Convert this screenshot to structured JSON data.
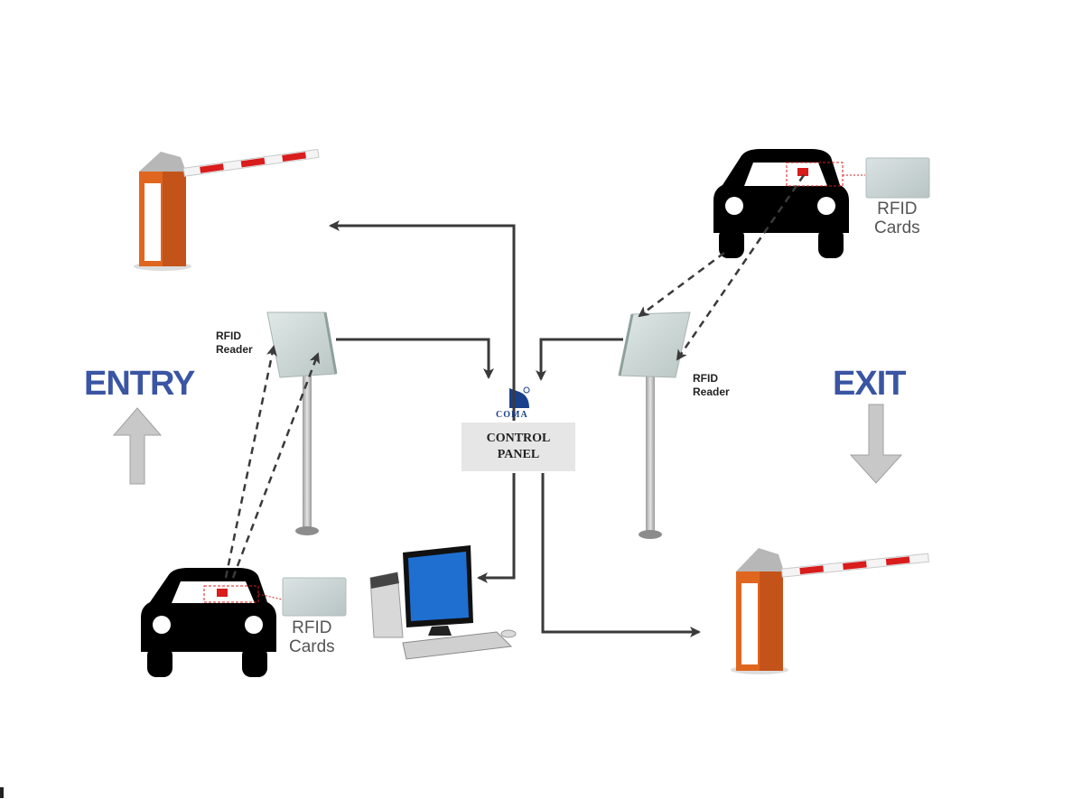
{
  "labels": {
    "entry": "ENTRY",
    "exit": "EXIT",
    "reader_left_line1": "RFID",
    "reader_left_line2": "Reader",
    "reader_right_line1": "RFID",
    "reader_right_line2": "Reader",
    "cards_top_line1": "RFID",
    "cards_top_line2": "Cards",
    "cards_bottom_line1": "RFID",
    "cards_bottom_line2": "Cards"
  },
  "control_panel": {
    "brand": "COMA",
    "line1": "CONTROL",
    "line2": "PANEL"
  },
  "colors": {
    "label_blue": "#3a55a3",
    "barrier_orange": "#e0661f",
    "barrier_stripe": "#d91c1c",
    "car": "#000000",
    "connector": "#3a3a3a",
    "gray_arrow": "#c8c8c8"
  },
  "icons": [
    "barrier-gate-icon",
    "car-icon",
    "rfid-card-icon",
    "rfid-reader-icon",
    "computer-icon",
    "coma-logo-icon"
  ]
}
